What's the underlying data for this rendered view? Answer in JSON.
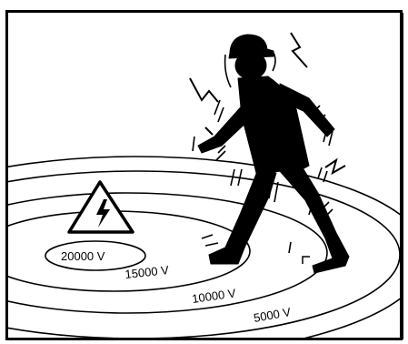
{
  "illustration": {
    "subject": "person-walking-in-step-voltage-zone",
    "icons": [
      "high-voltage-warning-icon",
      "lightning-bolt-icon"
    ],
    "colors": {
      "ink": "#000000",
      "paper": "#ffffff"
    }
  },
  "voltage_zones": [
    {
      "label": "20000 V"
    },
    {
      "label": "15000 V"
    },
    {
      "label": "10000 V"
    },
    {
      "label": "5000 V"
    }
  ]
}
